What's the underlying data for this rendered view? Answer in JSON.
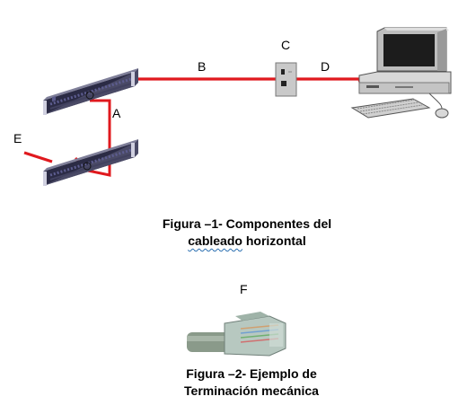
{
  "labels": {
    "a": "A",
    "b": "B",
    "c": "C",
    "d": "D",
    "e": "E",
    "f": "F"
  },
  "figure1": {
    "caption_line1": "Figura –1- Componentes del",
    "caption_line2_word": "cableado",
    "caption_line2_rest": " horizontal"
  },
  "figure2": {
    "caption_line1": "Figura –2- Ejemplo de",
    "caption_line2": "Terminación mecánica"
  },
  "colors": {
    "cable": "#e0191e",
    "panel": "#2b2b45",
    "panel_ports": "#5a5a8a",
    "computer": "#bdbdbd",
    "screen": "#1c1c1c"
  },
  "icons": {
    "patch_panel_top": "patch-panel-icon",
    "patch_panel_bottom": "patch-panel-icon",
    "wall_outlet": "wall-outlet-icon",
    "computer": "desktop-computer-icon",
    "connector": "rj45-connector-icon"
  }
}
